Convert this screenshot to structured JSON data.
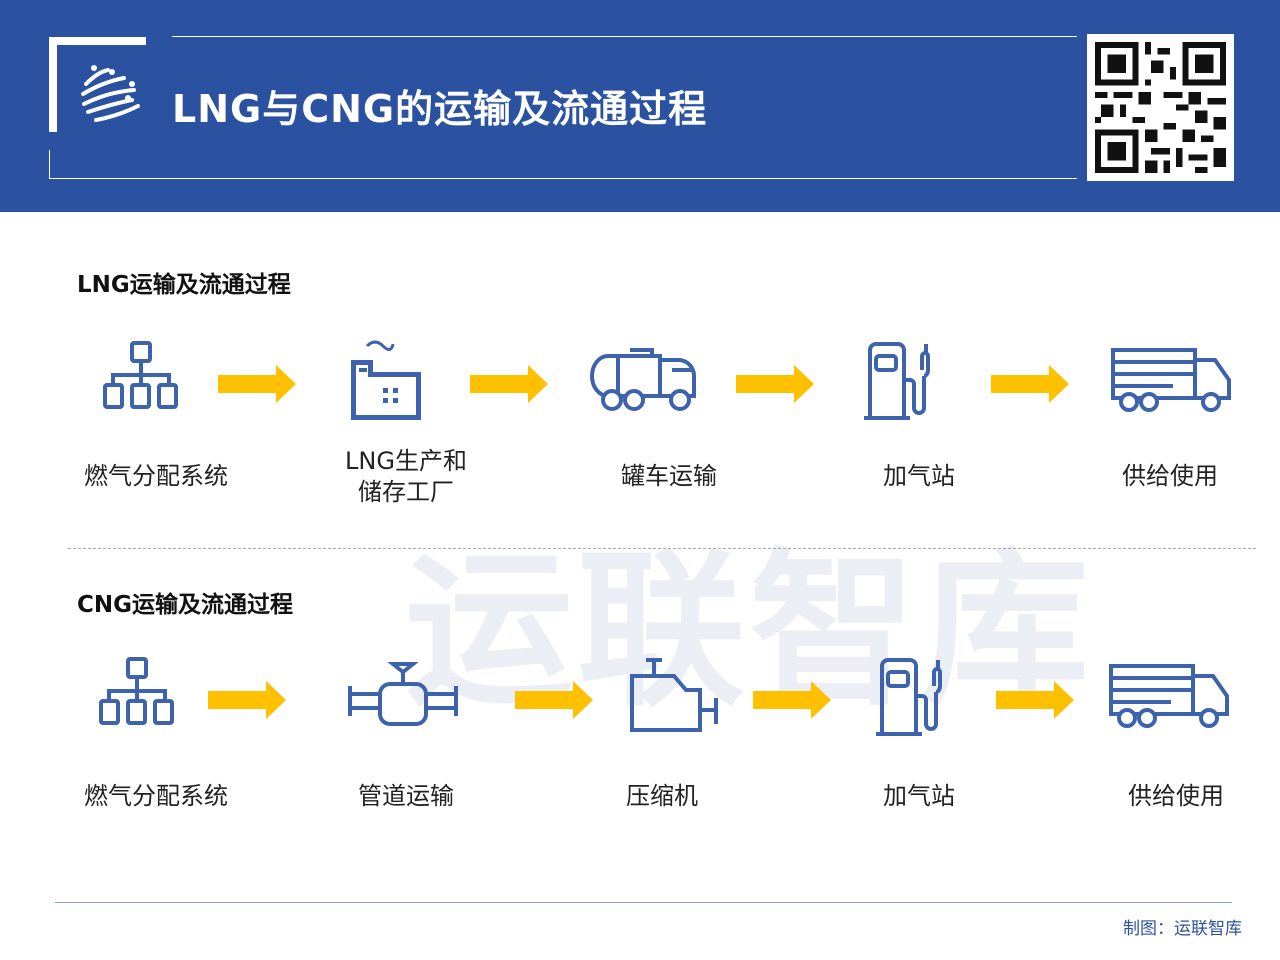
{
  "header": {
    "title": "LNG与CNG的运输及流通过程"
  },
  "watermark": "运联智库",
  "lng": {
    "title": "LNG运输及流通过程",
    "steps": [
      "燃气分配系统",
      "LNG生产和\n储存工厂",
      "罐车运输",
      "加气站",
      "供给使用"
    ]
  },
  "cng": {
    "title": "CNG运输及流通过程",
    "steps": [
      "燃气分配系统",
      "管道运输",
      "压缩机",
      "加气站",
      "供给使用"
    ]
  },
  "footer": {
    "credit": "制图：运联智库"
  },
  "colors": {
    "header": "#2b52a0",
    "icon": "#3d63ad",
    "arrow": "#ffc000"
  }
}
